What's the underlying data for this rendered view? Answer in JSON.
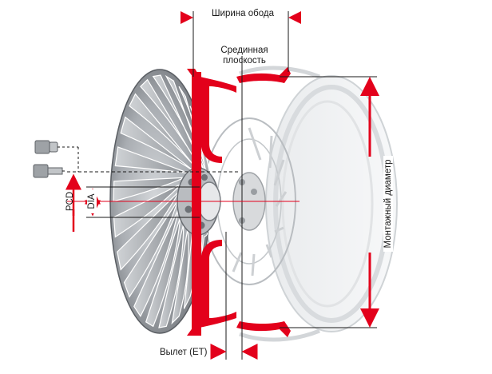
{
  "labels": {
    "rim_width": "Ширина обода",
    "center_plane": "Срединная плоскость",
    "mount_diameter": "Монтажный диаметр",
    "offset_et": "Вылет (ET)",
    "pcd": "PCD",
    "dia": "DIA"
  },
  "colors": {
    "accent_red": "#e3001b",
    "rim_body": "#9a9ea3",
    "rim_light": "#e4e6e8",
    "dim_line": "#1a1a1a"
  },
  "icons": [
    "lug-nut-icon",
    "lug-bolt-icon"
  ]
}
